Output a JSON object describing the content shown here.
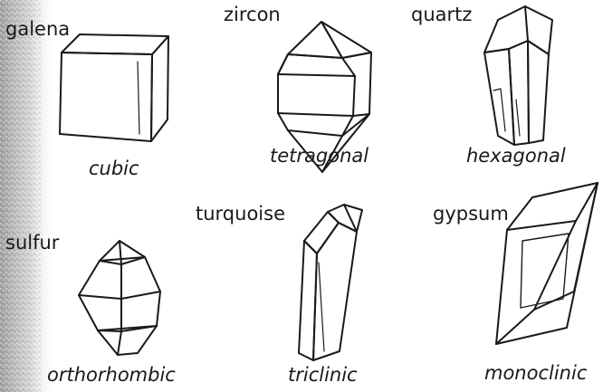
{
  "minerals": [
    {
      "name": "galena",
      "system": "cubic"
    },
    {
      "name": "zircon",
      "system": "tetragonal"
    },
    {
      "name": "quartz",
      "system": "hexagonal"
    },
    {
      "name": "sulfur",
      "system": "orthorhombic"
    },
    {
      "name": "turquoise",
      "system": "triclinic"
    },
    {
      "name": "gypsum",
      "system": "monoclinic"
    }
  ],
  "colors": {
    "ink": "#1a1a1a",
    "shade": "#b8b8b8",
    "background": "#ffffff"
  }
}
